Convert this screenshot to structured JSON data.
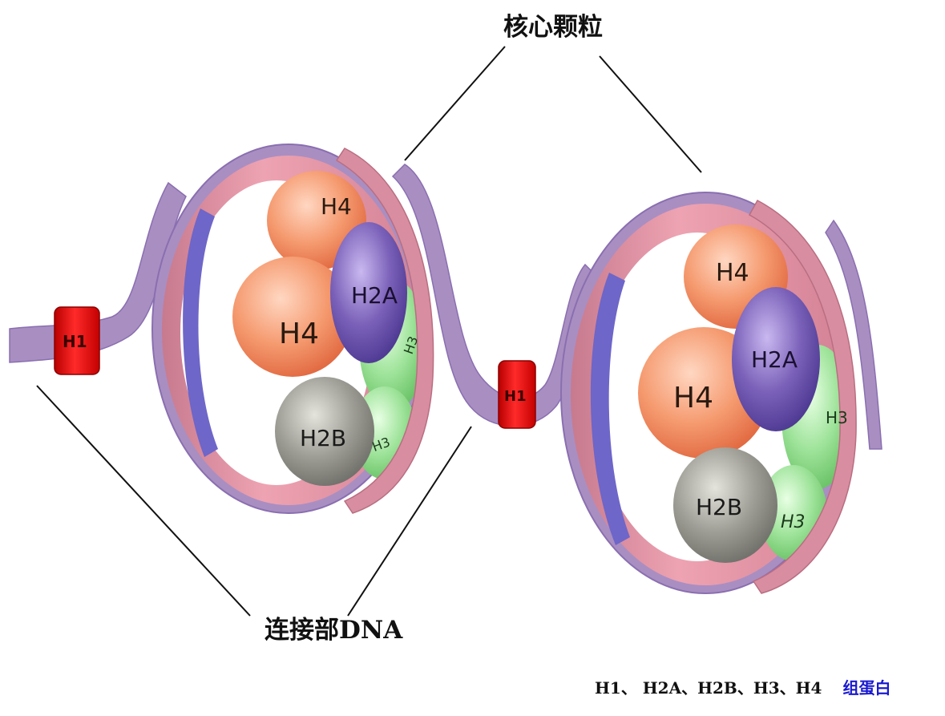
{
  "labels": {
    "core_particle": "核心颗粒",
    "linker_dna": "连接部DNA"
  },
  "footer": {
    "histone_list": "H1、 H2A、H2B、H3、H4",
    "histone_word": "组蛋白"
  },
  "nucleosome_left": {
    "top": "H4",
    "middle": "H4",
    "purple": "H2A",
    "grey": "H2B",
    "green_upper": "H3",
    "green_lower": "H3"
  },
  "nucleosome_right": {
    "top": "H4",
    "middle": "H4",
    "purple": "H2A",
    "grey": "H2B",
    "green_upper": "H3",
    "green_lower": "H3"
  },
  "linker_histones": [
    "H1",
    "H1"
  ],
  "colors": {
    "dna_ribbon": "#a98ec2",
    "pink_ring": "#d88ea0",
    "h4_orange": "#f08a60",
    "h2a_purple": "#6a50a8",
    "h2b_grey": "#8e8e86",
    "h3_green": "#8ed98a",
    "h1_red": "#e81010",
    "footer_accent": "#1a1ad0"
  }
}
